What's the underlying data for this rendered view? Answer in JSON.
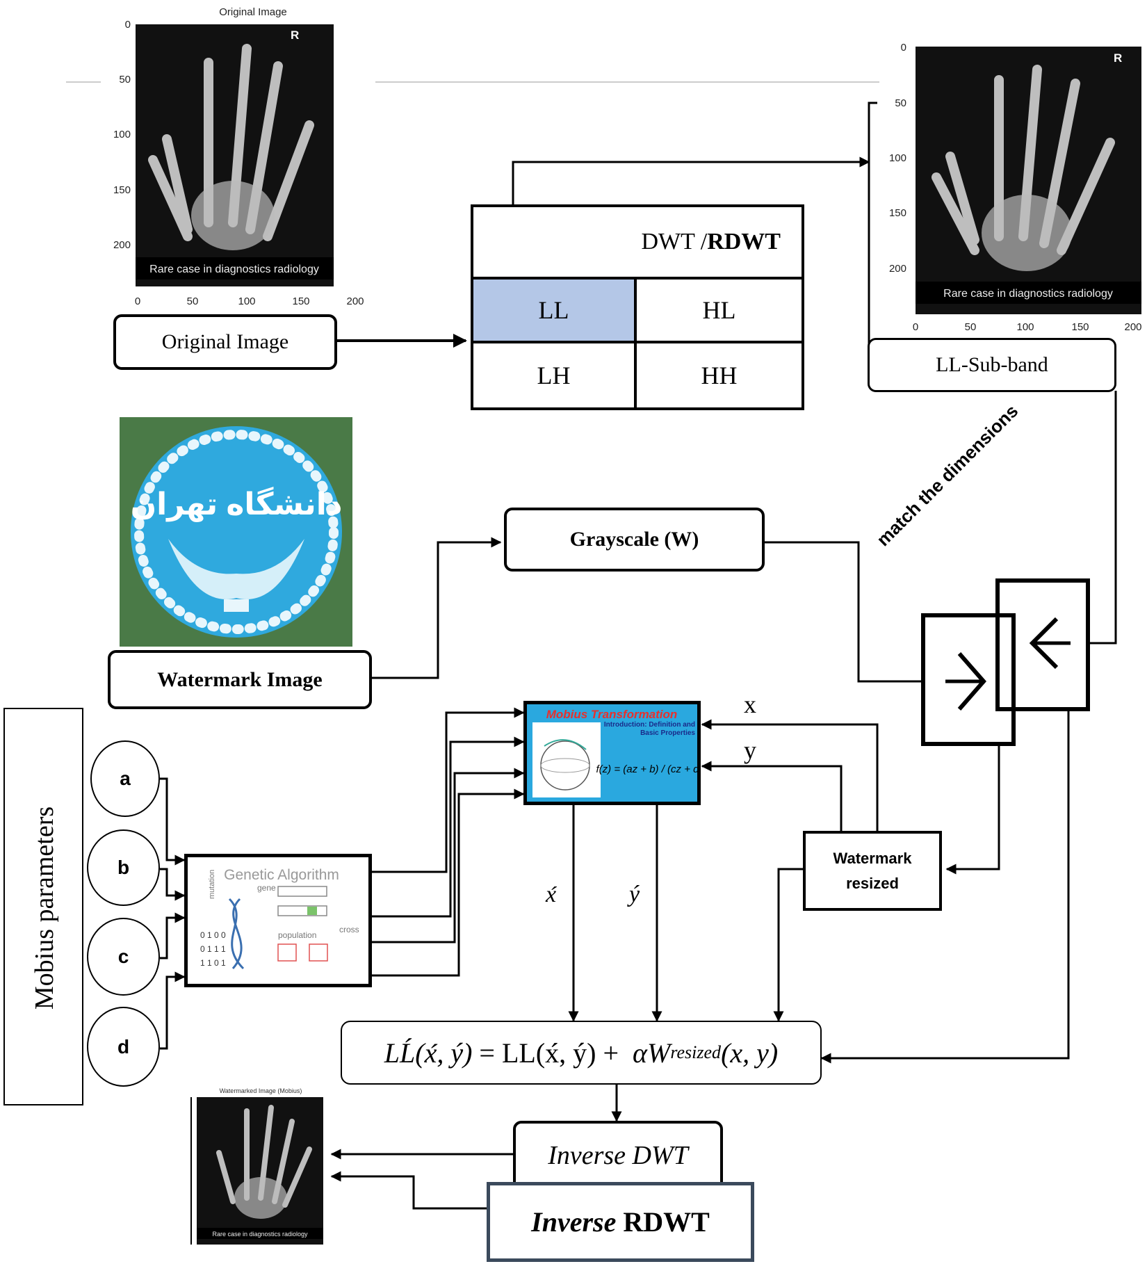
{
  "original_panel": {
    "title": "Original Image",
    "caption": "Rare case in diagnostics radiology",
    "corner_mark": "R",
    "y_ticks": [
      "0",
      "50",
      "100",
      "150",
      "200"
    ],
    "x_ticks": [
      "0",
      "50",
      "100",
      "150",
      "200"
    ]
  },
  "ll_panel": {
    "caption": "Rare case in diagnostics radiology",
    "corner_mark": "R",
    "y_ticks": [
      "0",
      "50",
      "100",
      "150",
      "200"
    ],
    "x_ticks": [
      "0",
      "50",
      "100",
      "150",
      "200"
    ]
  },
  "boxes": {
    "original_image": "Original Image",
    "ll_subband": "LL-Sub-band",
    "grayscale": "Grayscale (W)",
    "watermark_image": "Watermark Image",
    "watermark_resized_line1": "Watermark",
    "watermark_resized_line2": "resized",
    "inverse_dwt": "Inverse DWT",
    "inverse_rdwt_italic": "Inverse",
    "inverse_rdwt_plain": "RDWT"
  },
  "dwt_table": {
    "title_plain": "DWT /",
    "title_bold": "RDWT",
    "ll": "LL",
    "hl": "HL",
    "lh": "LH",
    "hh": "HH",
    "ll_color": "#b4c7e7"
  },
  "match_label": "match the dimensions",
  "mobius": {
    "side_label": "Mobius parameters",
    "params": [
      "a",
      "b",
      "c",
      "d"
    ],
    "thumb_title": "Mobius Transformation",
    "thumb_subtitle": "Introduction: Definition and Basic Properties",
    "thumb_formula": "f(z) = (az + b) / (cz + d)",
    "x_label": "x",
    "y_label": "y",
    "x_out": "x́",
    "y_out": "ý"
  },
  "genetic": {
    "title": "Genetic Algorithm",
    "gene": "gene",
    "population": "population",
    "mutation": "mutation",
    "cross": "cross",
    "rows": [
      "0 1 0 0",
      "0 1 1 1",
      "1 1 0 1"
    ]
  },
  "formula": {
    "lhs": "LĹ(x́, ý)",
    "rhs1": "= LL(x́, ý) +",
    "alpha_w": "αW",
    "subscript": "resized",
    "tail": "(x, y)"
  },
  "watermarked_thumb": {
    "title": "Watermarked Image (Mobius)",
    "caption": "Rare case in diagnostics radiology"
  },
  "logo_text": "دانشگاه تهران",
  "colors": {
    "logo_bg": "#4a7a47",
    "logo_blue": "#2fa9de",
    "thumb_blue": "#2aa8df",
    "rdwt_border": "#3b4a5c"
  }
}
